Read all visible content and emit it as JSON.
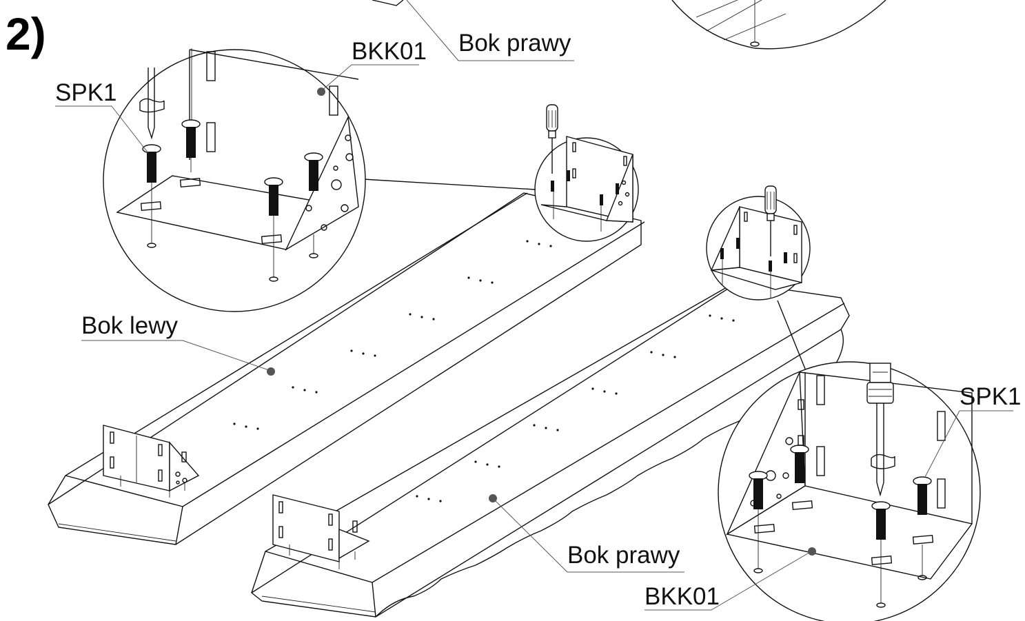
{
  "step": {
    "number": "2)"
  },
  "labels": {
    "bok_prawy_top": "Bok prawy",
    "bkk01_top": "BKK01",
    "spk1_left": "SPK1",
    "bok_lewy": "Bok lewy",
    "spk1_right": "SPK1",
    "bok_prawy_bottom": "Bok prawy",
    "bkk01_bottom": "BKK01"
  },
  "colors": {
    "line": "#111111",
    "leader": "#555555",
    "background": "#ffffff"
  }
}
